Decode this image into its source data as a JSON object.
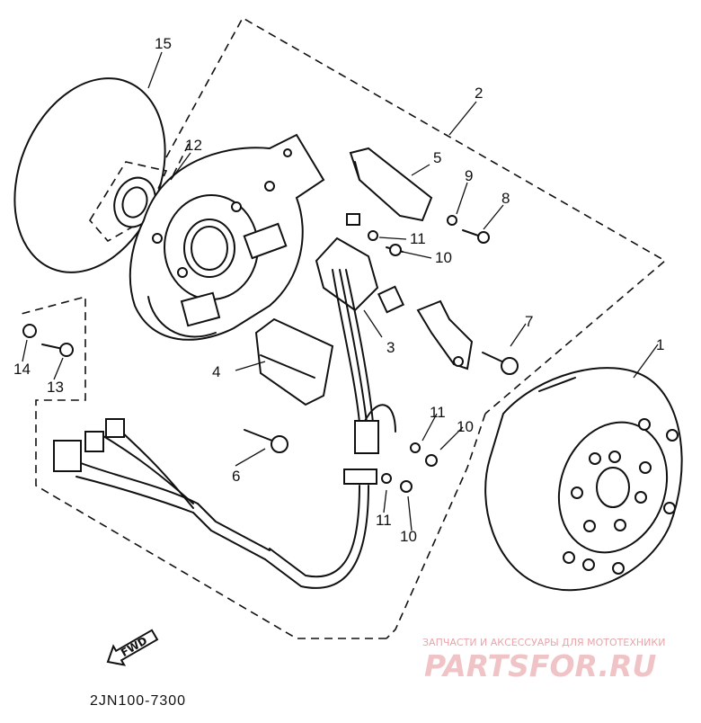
{
  "diagram": {
    "callouts": [
      "1",
      "2",
      "3",
      "4",
      "5",
      "6",
      "7",
      "8",
      "9",
      "10",
      "10",
      "10",
      "11",
      "11",
      "11",
      "12",
      "13",
      "14",
      "15"
    ],
    "direction_arrow": "FWD",
    "diagram_code": "2JN100-7300"
  },
  "watermark": {
    "tagline": "ЗАПЧАСТИ И АКСЕССУАРЫ ДЛЯ МОТОТЕХНИКИ",
    "logo": "PARTSFOR.RU"
  },
  "colors": {
    "line": "#111111",
    "watermark": "#e8a5aa"
  }
}
